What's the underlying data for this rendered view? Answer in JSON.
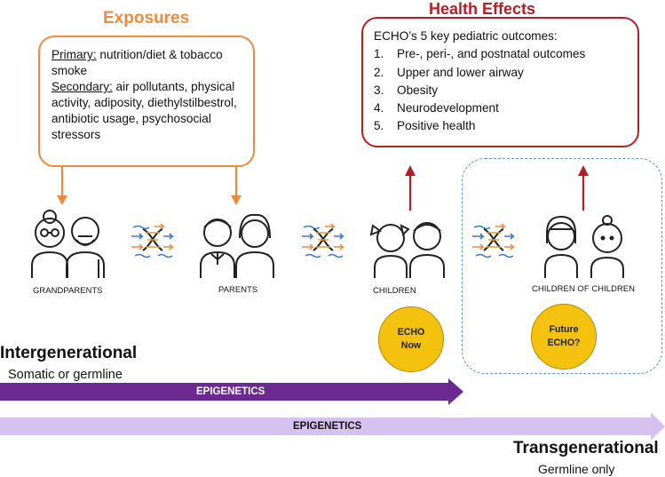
{
  "exposures": {
    "title": "Exposures",
    "primary_label": "Primary:",
    "primary_text": " nutrition/diet & tobacco smoke",
    "secondary_label": "Secondary:",
    "secondary_text": " air pollutants, physical activity, adiposity, diethylstilbestrol, antibiotic usage, psychosocial stressors"
  },
  "health_effects": {
    "title": "Health Effects",
    "intro": "ECHO’s 5 key pediatric outcomes:",
    "outcomes": [
      {
        "num": "1.",
        "text": "Pre-, peri-, and postnatal outcomes"
      },
      {
        "num": "2.",
        "text": "Upper and lower airway"
      },
      {
        "num": "3.",
        "text": "Obesity"
      },
      {
        "num": "4.",
        "text": "Neurodevelopment"
      },
      {
        "num": "5.",
        "text": "Positive health"
      }
    ]
  },
  "generations": {
    "grandparents": "GRANDPARENTS",
    "parents": "PARENTS",
    "children": "CHILDREN",
    "children_of_children": "CHILDREN OF CHILDREN"
  },
  "circles": {
    "now": "ECHO\nNow",
    "future": "Future\nECHO?"
  },
  "intergenerational": {
    "title": "Intergenerational",
    "subtitle": "Somatic or germline"
  },
  "transgenerational": {
    "title": "Transgenerational",
    "subtitle": "Germline only"
  },
  "epigenetics_arrows": {
    "intergen_label": "EPIGENETICS",
    "transgen_label": "EPIGENETICS"
  },
  "colors": {
    "exposure_orange": "#ee8a3c",
    "health_red": "#b32024",
    "intergen_purple": "#6a2a92",
    "transgen_lavender": "#d6c2ee",
    "echo_yellow": "#f4c10e",
    "dashed_blue": "#5d8fd8"
  }
}
